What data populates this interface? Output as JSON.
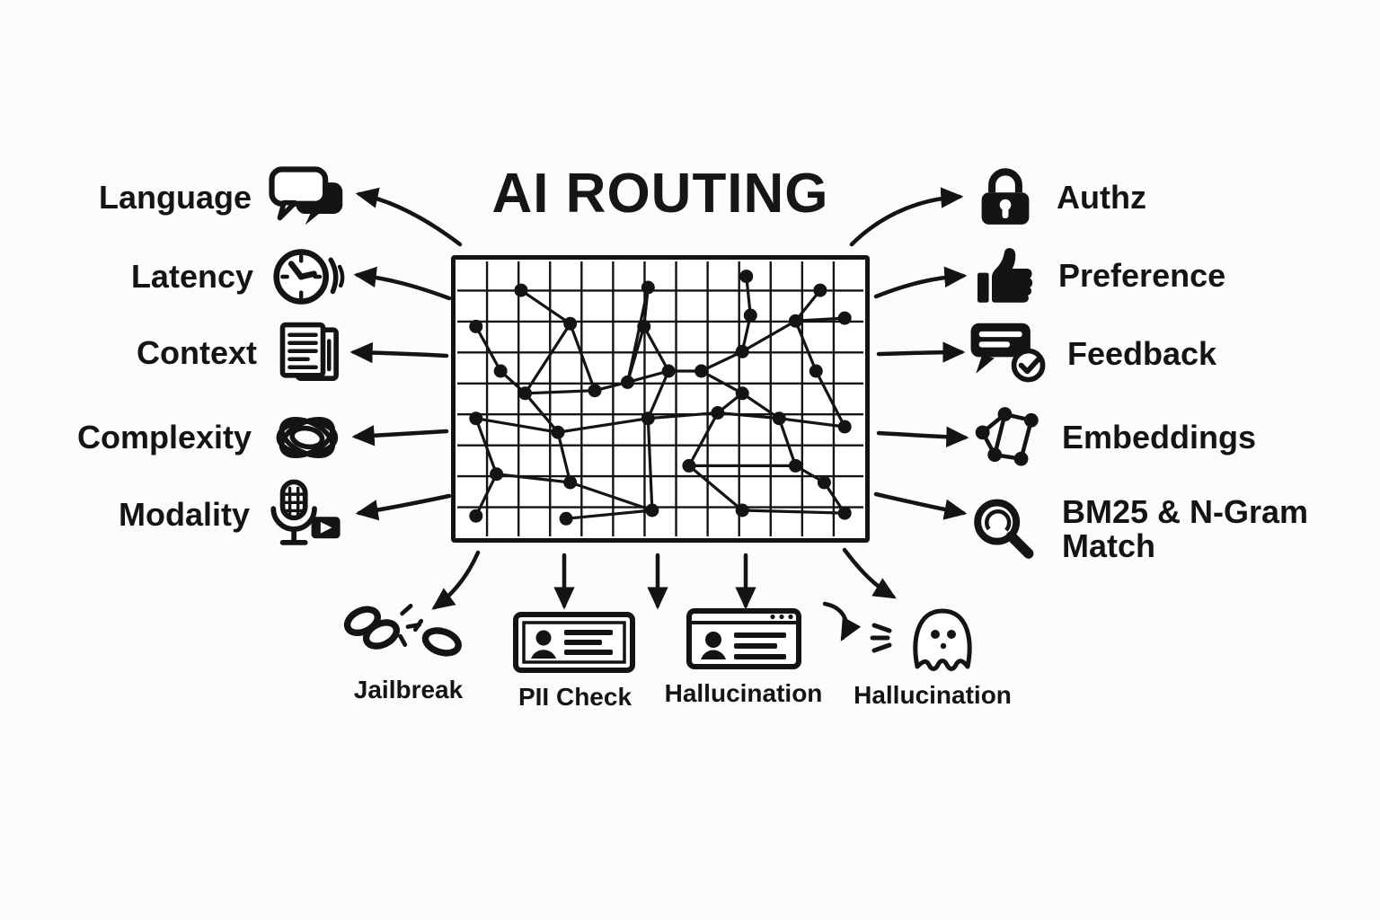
{
  "title": "AI ROUTING",
  "left_items": [
    {
      "label": "Language",
      "icon": "speech-bubble"
    },
    {
      "label": "Latency",
      "icon": "clock"
    },
    {
      "label": "Context",
      "icon": "documents"
    },
    {
      "label": "Complexity",
      "icon": "scribble"
    },
    {
      "label": "Modality",
      "icon": "mic-video"
    }
  ],
  "right_items": [
    {
      "label": "Authz",
      "icon": "lock"
    },
    {
      "label": "Preference",
      "icon": "thumbs-up"
    },
    {
      "label": "Feedback",
      "icon": "chat-check"
    },
    {
      "label": "Embeddings",
      "icon": "node-graph"
    },
    {
      "label": "BM25 & N-Gram Match",
      "icon": "magnifier"
    }
  ],
  "bottom_items": [
    {
      "label": "Jailbreak",
      "icon": "broken-chain"
    },
    {
      "label": "PII Check",
      "icon": "id-card"
    },
    {
      "label": "Hallucination",
      "icon": "browser-card"
    },
    {
      "label": "Hallucination",
      "icon": "ghost"
    }
  ],
  "colors": {
    "ink": "#141414",
    "background": "#fcfcfa",
    "panel": "#ffffff"
  },
  "network": {
    "grid": {
      "cols": 13,
      "rows": 9
    },
    "nodes": [
      [
        0.16,
        0.11
      ],
      [
        0.47,
        0.1
      ],
      [
        0.71,
        0.06
      ],
      [
        0.89,
        0.11
      ],
      [
        0.05,
        0.24
      ],
      [
        0.28,
        0.23
      ],
      [
        0.46,
        0.24
      ],
      [
        0.72,
        0.2
      ],
      [
        0.83,
        0.22
      ],
      [
        0.95,
        0.21
      ],
      [
        0.11,
        0.4
      ],
      [
        0.17,
        0.48
      ],
      [
        0.34,
        0.47
      ],
      [
        0.42,
        0.44
      ],
      [
        0.52,
        0.4
      ],
      [
        0.6,
        0.4
      ],
      [
        0.7,
        0.33
      ],
      [
        0.7,
        0.48
      ],
      [
        0.88,
        0.4
      ],
      [
        0.05,
        0.57
      ],
      [
        0.25,
        0.62
      ],
      [
        0.47,
        0.57
      ],
      [
        0.64,
        0.55
      ],
      [
        0.79,
        0.57
      ],
      [
        0.95,
        0.6
      ],
      [
        0.1,
        0.77
      ],
      [
        0.28,
        0.8
      ],
      [
        0.48,
        0.9
      ],
      [
        0.57,
        0.74
      ],
      [
        0.7,
        0.9
      ],
      [
        0.83,
        0.74
      ],
      [
        0.9,
        0.8
      ],
      [
        0.05,
        0.92
      ],
      [
        0.27,
        0.93
      ],
      [
        0.95,
        0.91
      ]
    ],
    "edges": [
      [
        0,
        5
      ],
      [
        1,
        6
      ],
      [
        2,
        7
      ],
      [
        3,
        8
      ],
      [
        4,
        10
      ],
      [
        5,
        12
      ],
      [
        6,
        13
      ],
      [
        7,
        16
      ],
      [
        8,
        18
      ],
      [
        9,
        8
      ],
      [
        10,
        11
      ],
      [
        11,
        12
      ],
      [
        12,
        13
      ],
      [
        13,
        14
      ],
      [
        14,
        15
      ],
      [
        15,
        16
      ],
      [
        15,
        17
      ],
      [
        16,
        8
      ],
      [
        17,
        22
      ],
      [
        18,
        24
      ],
      [
        19,
        20
      ],
      [
        20,
        21
      ],
      [
        21,
        22
      ],
      [
        22,
        23
      ],
      [
        23,
        24
      ],
      [
        19,
        25
      ],
      [
        20,
        26
      ],
      [
        21,
        27
      ],
      [
        22,
        28
      ],
      [
        23,
        30
      ],
      [
        25,
        26
      ],
      [
        26,
        27
      ],
      [
        28,
        29
      ],
      [
        30,
        31
      ],
      [
        27,
        33
      ],
      [
        29,
        34
      ],
      [
        1,
        13
      ],
      [
        6,
        14
      ],
      [
        5,
        11
      ],
      [
        14,
        21
      ],
      [
        11,
        20
      ],
      [
        17,
        23
      ],
      [
        28,
        30
      ],
      [
        25,
        32
      ],
      [
        31,
        34
      ]
    ]
  }
}
